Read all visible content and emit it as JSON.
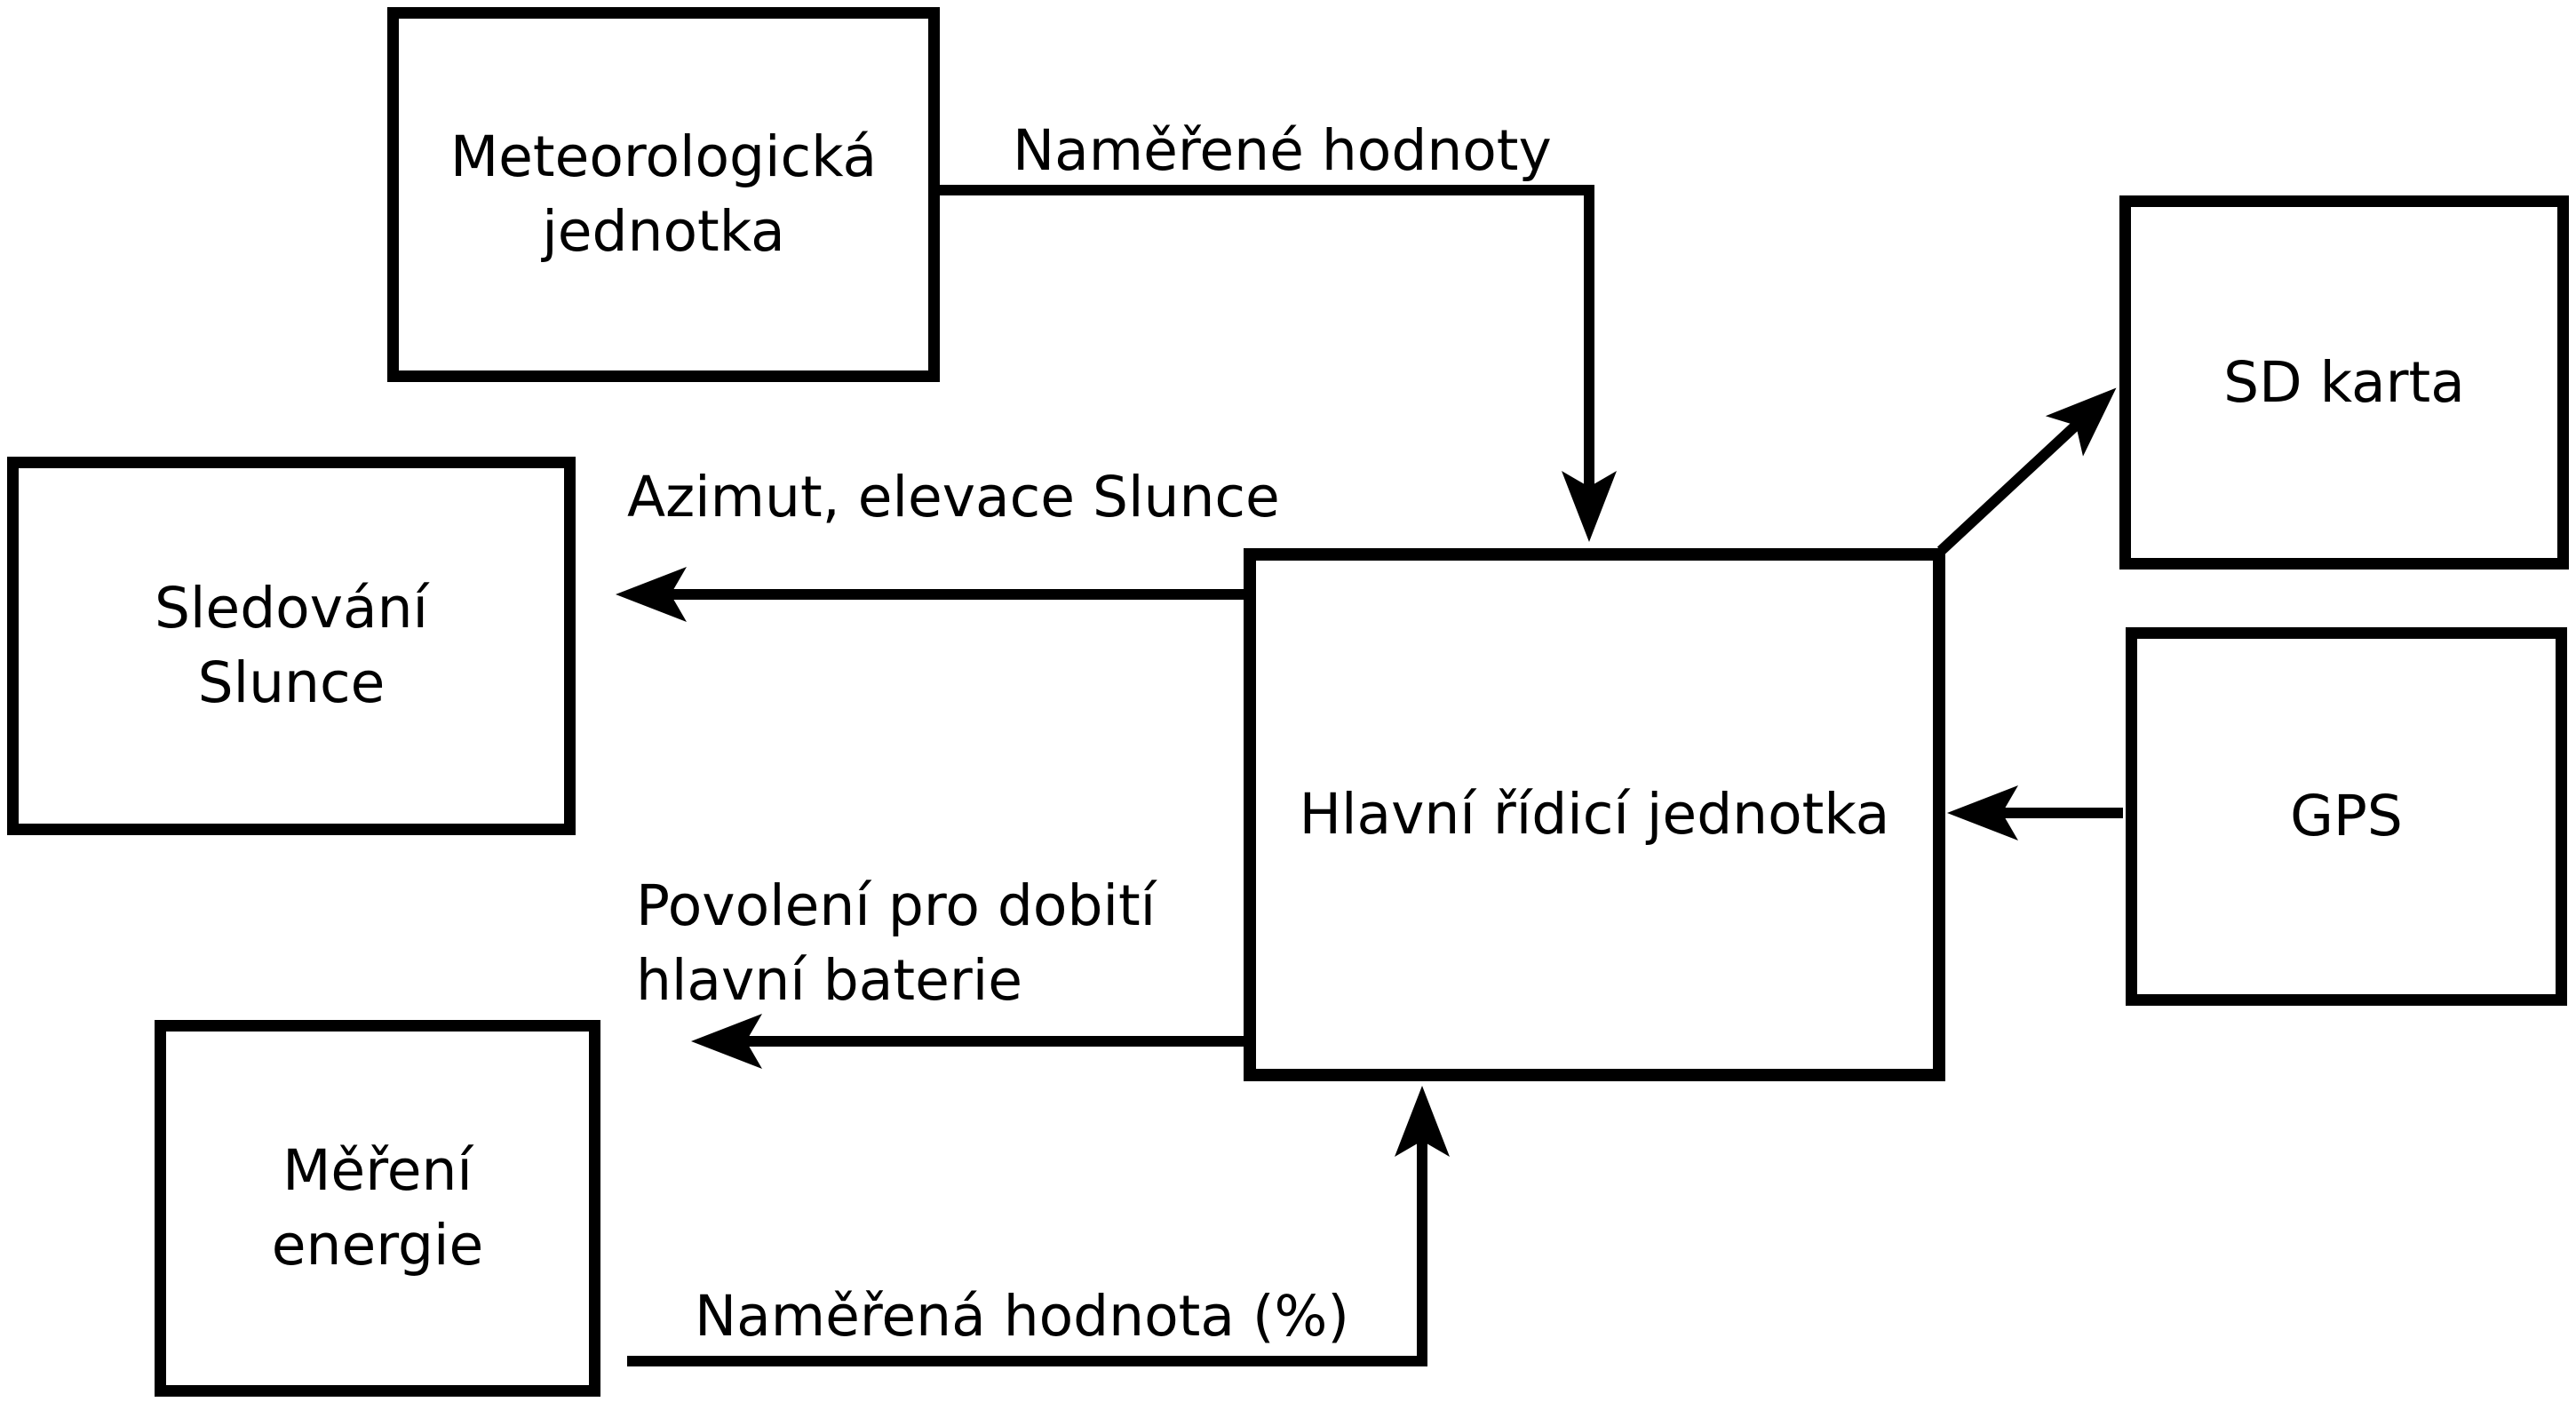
{
  "meta": {
    "background_color": "#ffffff",
    "stroke_color": "#000000",
    "text_color": "#000000"
  },
  "diagram": {
    "type": "block-diagram",
    "boxes": [
      {
        "id": "meteo_unit",
        "label": "Meteorologická\njednotka"
      },
      {
        "id": "sd_card",
        "label": "SD karta"
      },
      {
        "id": "sun_tracking",
        "label": "Sledování\nSlunce"
      },
      {
        "id": "main_control_unit",
        "label": "Hlavní řídicí jednotka"
      },
      {
        "id": "gps",
        "label": "GPS"
      },
      {
        "id": "energy_measurement",
        "label": "Měření\nenergie"
      }
    ],
    "edges": [
      {
        "from": "meteo_unit",
        "to": "main_control_unit",
        "direction": "right-then-down",
        "label": "Naměřené hodnoty"
      },
      {
        "from": "main_control_unit",
        "to": "sun_tracking",
        "direction": "left",
        "label": "Azimut, elevace Slunce"
      },
      {
        "from": "main_control_unit",
        "to": "sd_card",
        "direction": "diagonal-up-right",
        "label": ""
      },
      {
        "from": "gps",
        "to": "main_control_unit",
        "direction": "left",
        "label": ""
      },
      {
        "from": "main_control_unit",
        "to": "",
        "direction": "left",
        "label": "Povolení pro dobití\nhlavní baterie"
      },
      {
        "from": "energy_measurement",
        "to": "main_control_unit",
        "direction": "right-then-up",
        "label": "Naměřená hodnota (%)"
      }
    ]
  }
}
